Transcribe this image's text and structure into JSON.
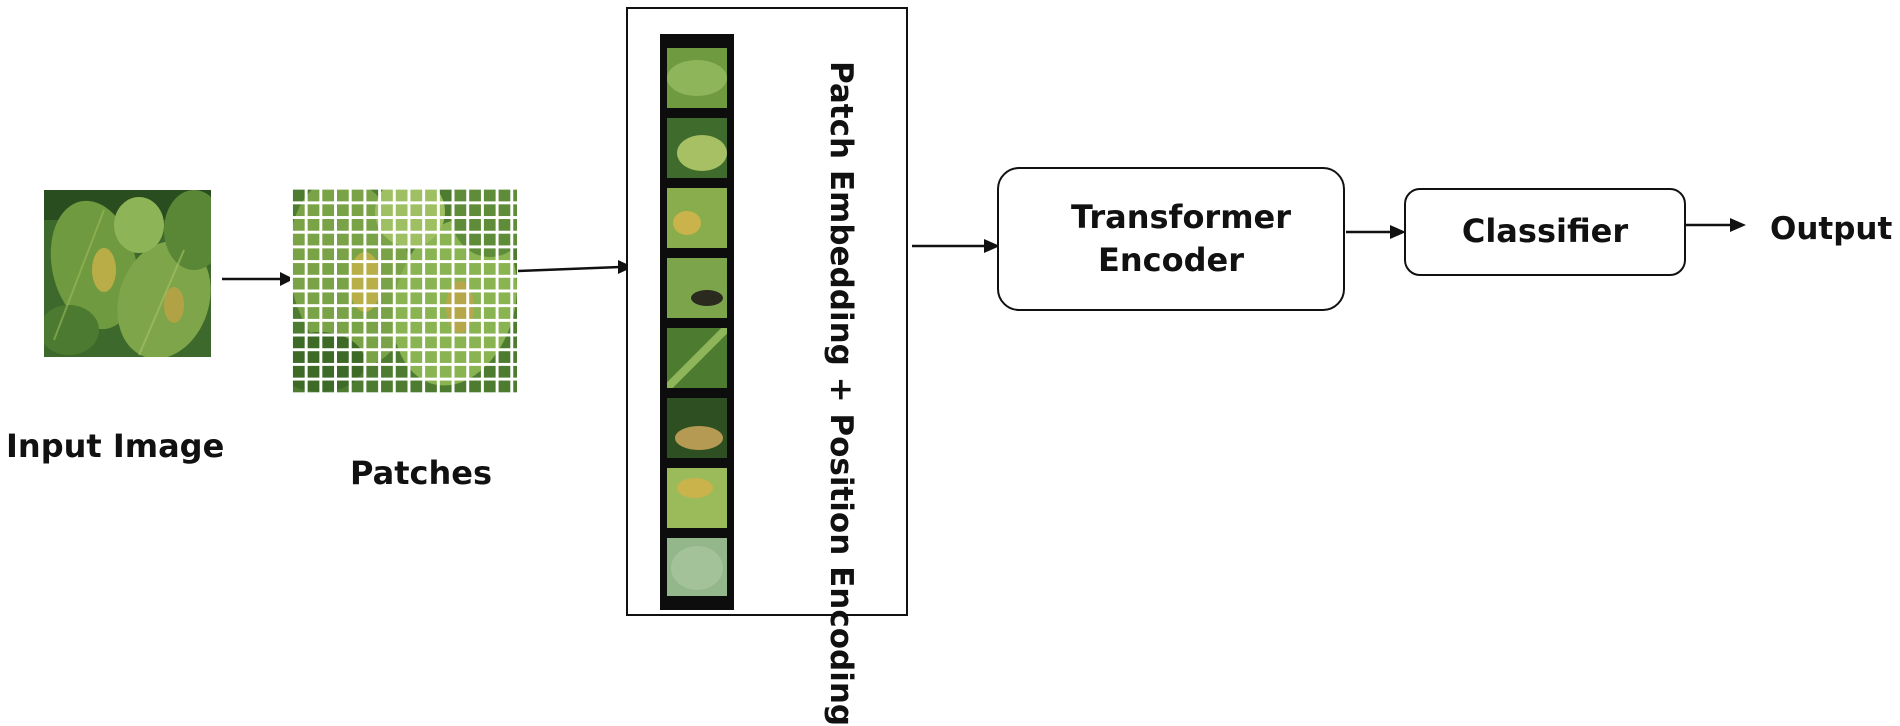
{
  "labels": {
    "input_image": "Input Image",
    "patches": "Patches",
    "embedding": "Patch Embedding + Position Encoding",
    "transformer_encoder": "Transformer Encoder",
    "classifier": "Classifier",
    "output": "Output"
  },
  "colors": {
    "leaf_dark": "#2f5a25",
    "leaf_mid": "#5e8a3a",
    "leaf_light": "#9cba5a",
    "lesion": "#c9b34a",
    "line": "#111111"
  }
}
